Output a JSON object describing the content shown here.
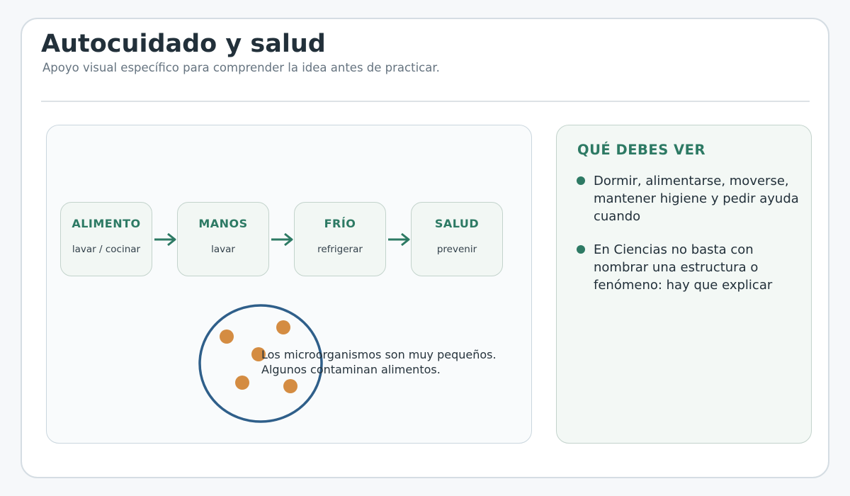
{
  "header": {
    "title": "Autocuidado y salud",
    "subtitle": "Apoyo visual específico para comprender la idea antes de practicar."
  },
  "diagram": {
    "steps": [
      {
        "title": "ALIMENTO",
        "desc": "lavar / cocinar"
      },
      {
        "title": "MANOS",
        "desc": "lavar"
      },
      {
        "title": "FRÍO",
        "desc": "refrigerar"
      },
      {
        "title": "SALUD",
        "desc": "prevenir"
      }
    ],
    "microorganisms": {
      "caption_line1": "Los microorganismos son muy pequeños.",
      "caption_line2": "Algunos contaminan alimentos."
    }
  },
  "sidebar": {
    "heading": "QUÉ DEBES VER",
    "bullets": [
      "Dormir, alimentarse, moverse, mantener higiene y pedir ayuda cuando",
      "En Ciencias no basta con nombrar una estructura o fenómeno: hay que explicar"
    ]
  },
  "colors": {
    "accent_green": "#2d7a64",
    "circle_blue": "#2f5f8a",
    "microbe_orange": "#d48c42"
  },
  "icons": {
    "arrow": "arrow-right-icon",
    "bullet": "bullet-dot-icon"
  }
}
